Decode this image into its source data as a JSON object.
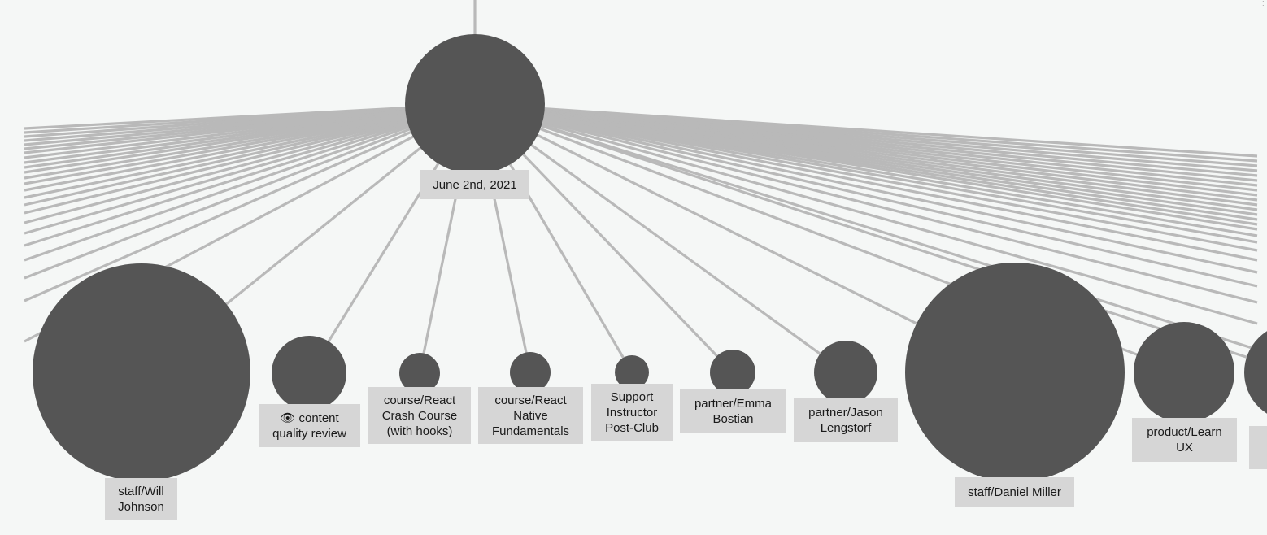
{
  "root": {
    "label": "June 2nd, 2021"
  },
  "nodes": [
    {
      "id": "will",
      "label": "staff/Will Johnson"
    },
    {
      "id": "cqr",
      "label": "👁 content quality review"
    },
    {
      "id": "react-crash",
      "label": "course/React Crash Course (with hooks)"
    },
    {
      "id": "rn-fund",
      "label": "course/React Native Fundamentals"
    },
    {
      "id": "support",
      "label": "Support Instructor Post-Club"
    },
    {
      "id": "emma",
      "label": "partner/Emma Bostian"
    },
    {
      "id": "jason",
      "label": "partner/Jason Lengstorf"
    },
    {
      "id": "daniel",
      "label": "staff/Daniel Miller"
    },
    {
      "id": "learnux",
      "label": "product/Learn UX"
    },
    {
      "id": "cutoff",
      "label": ""
    }
  ],
  "colors": {
    "background": "#f5f7f6",
    "node": "#555555",
    "edge": "#b9b9b9",
    "label_bg": "#d6d6d6"
  }
}
